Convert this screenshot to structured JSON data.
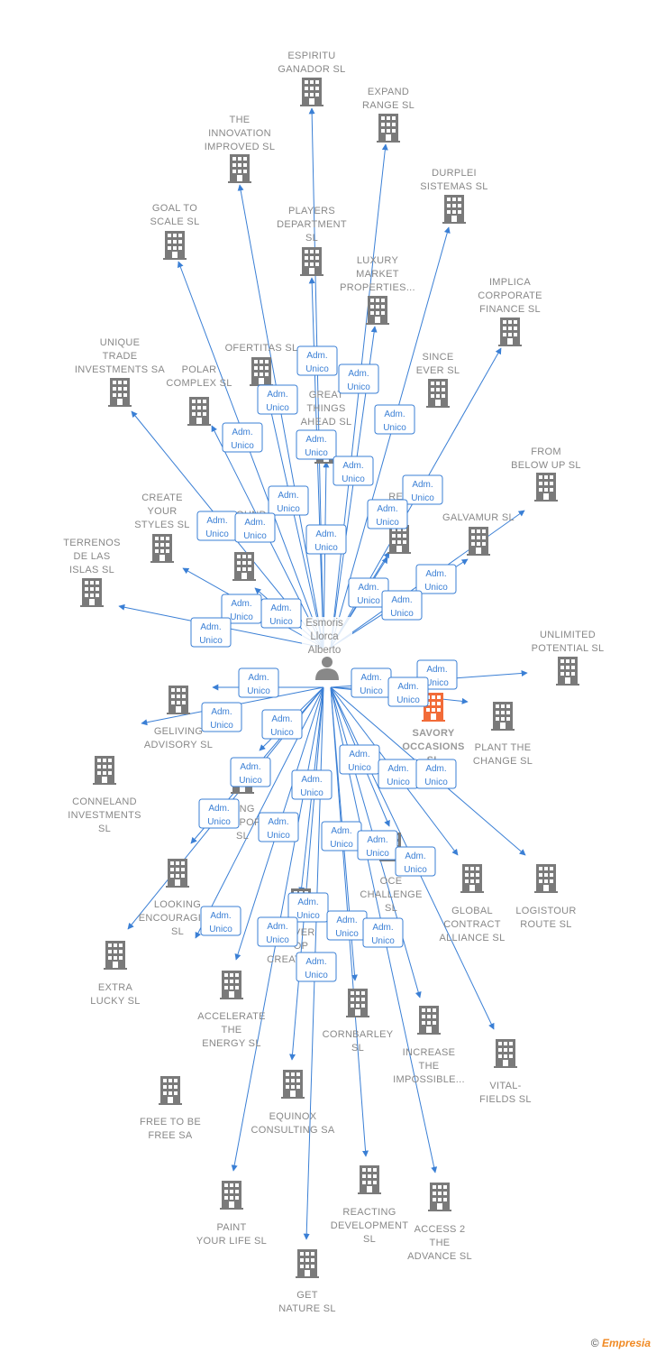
{
  "center": {
    "name": "Esmoris\nLlorca\nAlberto"
  },
  "relation_label": "Adm.\nUnico",
  "colors": {
    "edge": "#3a7fd5",
    "building": "#7a7a7a",
    "highlight": "#f26b38",
    "person": "#888888"
  },
  "companies": [
    {
      "id": "espiritu",
      "name": "ESPIRITU\nGANADOR SL"
    },
    {
      "id": "expand",
      "name": "EXPAND\nRANGE SL"
    },
    {
      "id": "innovation",
      "name": "THE\nINNOVATION\nIMPROVED SL"
    },
    {
      "id": "durplei",
      "name": "DURPLEI\nSISTEMAS SL"
    },
    {
      "id": "goal",
      "name": "GOAL TO\nSCALE SL"
    },
    {
      "id": "players",
      "name": "PLAYERS\nDEPARTMENT\nSL"
    },
    {
      "id": "luxury",
      "name": "LUXURY\nMARKET\nPROPERTIES..."
    },
    {
      "id": "implica",
      "name": "IMPLICA\nCORPORATE\nFINANCE SL"
    },
    {
      "id": "unique",
      "name": "UNIQUE\nTRADE\nINVESTMENTS SA"
    },
    {
      "id": "ofertitas",
      "name": "OFERTITAS SL"
    },
    {
      "id": "polar",
      "name": "POLAR\nCOMPLEX SL"
    },
    {
      "id": "since",
      "name": "SINCE\nEVER SL"
    },
    {
      "id": "great",
      "name": "GREAT\nTHINGS\nAHEAD SL"
    },
    {
      "id": "frombelow",
      "name": "FROM\nBELOW UP SL"
    },
    {
      "id": "create",
      "name": "CREATE\nYOUR\nSTYLES SL"
    },
    {
      "id": "around",
      "name": "AROUND"
    },
    {
      "id": "real",
      "name": "REA\nSL"
    },
    {
      "id": "galvamur",
      "name": "GALVAMUR SL"
    },
    {
      "id": "terrenos",
      "name": "TERRENOS\nDE LAS\nISLAS SL"
    },
    {
      "id": "unlimited",
      "name": "UNLIMITED\nPOTENTIAL SL"
    },
    {
      "id": "savory",
      "name": "SAVORY\nOCCASIONS\nSL",
      "highlight": true
    },
    {
      "id": "plant",
      "name": "PLANT THE\nCHANGE SL"
    },
    {
      "id": "geliving",
      "name": "GELIVING\nADVISORY SL"
    },
    {
      "id": "conneland",
      "name": "CONNELAND\nINVESTMENTS\nSL"
    },
    {
      "id": "ting",
      "name": "TING\nCORPORA\nSL"
    },
    {
      "id": "looking",
      "name": "LOOKING\nENCOURAGING\nSL"
    },
    {
      "id": "oce",
      "name": "OCE\nCHALLENGE\nSL"
    },
    {
      "id": "global",
      "name": "GLOBAL\nCONTRACT\nALLIANCE SL"
    },
    {
      "id": "logistour",
      "name": "LOGISTOUR\nROUTE SL"
    },
    {
      "id": "extra",
      "name": "EXTRA\nLUCKY SL"
    },
    {
      "id": "ever",
      "name": "EVER\nOP\nCREATING SL"
    },
    {
      "id": "accelerate",
      "name": "ACCELERATE\nTHE\nENERGY SL"
    },
    {
      "id": "cornbarley",
      "name": "CORNBARLEY\nSL"
    },
    {
      "id": "increase",
      "name": "INCREASE\nTHE\nIMPOSSIBLE..."
    },
    {
      "id": "vital",
      "name": "VITAL-\nFIELDS SL"
    },
    {
      "id": "free",
      "name": "FREE TO BE\nFREE SA"
    },
    {
      "id": "equinox",
      "name": "EQUINOX\nCONSULTING SA"
    },
    {
      "id": "paint",
      "name": "PAINT\nYOUR LIFE SL"
    },
    {
      "id": "reacting",
      "name": "REACTING\nDEVELOPMENT\nSL"
    },
    {
      "id": "access",
      "name": "ACCESS 2\nTHE\nADVANCE SL"
    },
    {
      "id": "getnature",
      "name": "GET\nNATURE SL"
    }
  ],
  "footer": {
    "copyright": "©",
    "brand": "Empresia"
  }
}
